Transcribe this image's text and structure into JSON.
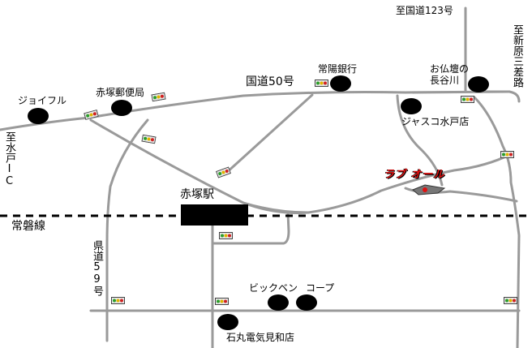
{
  "map": {
    "routes": {
      "national_50": "国道50号",
      "to_national_123": "至国道123号",
      "to_shinhara": "至新原三差路",
      "to_mito_ic": "至水戸IC",
      "prefectural_59": "県道59号",
      "joban_line": "常磐線"
    },
    "station": {
      "name": "赤塚駅"
    },
    "landmarks": {
      "joifuru": "ジョイフル",
      "akatsuka_post": "赤塚郵便局",
      "joyo_bank": "常陽銀行",
      "hasegawa": "お仏壇の長谷川",
      "jasco": "ジャスコ水戸店",
      "big_ben": "ビックベン",
      "coop": "コープ",
      "ishimaru": "石丸電気見和店"
    },
    "destination": {
      "name": "ラブ オール",
      "color": "#e01010"
    },
    "icons": {
      "traffic_signal": "traffic-signal-icon",
      "landmark": "landmark-dot-icon",
      "destination": "destination-pin-icon"
    }
  }
}
